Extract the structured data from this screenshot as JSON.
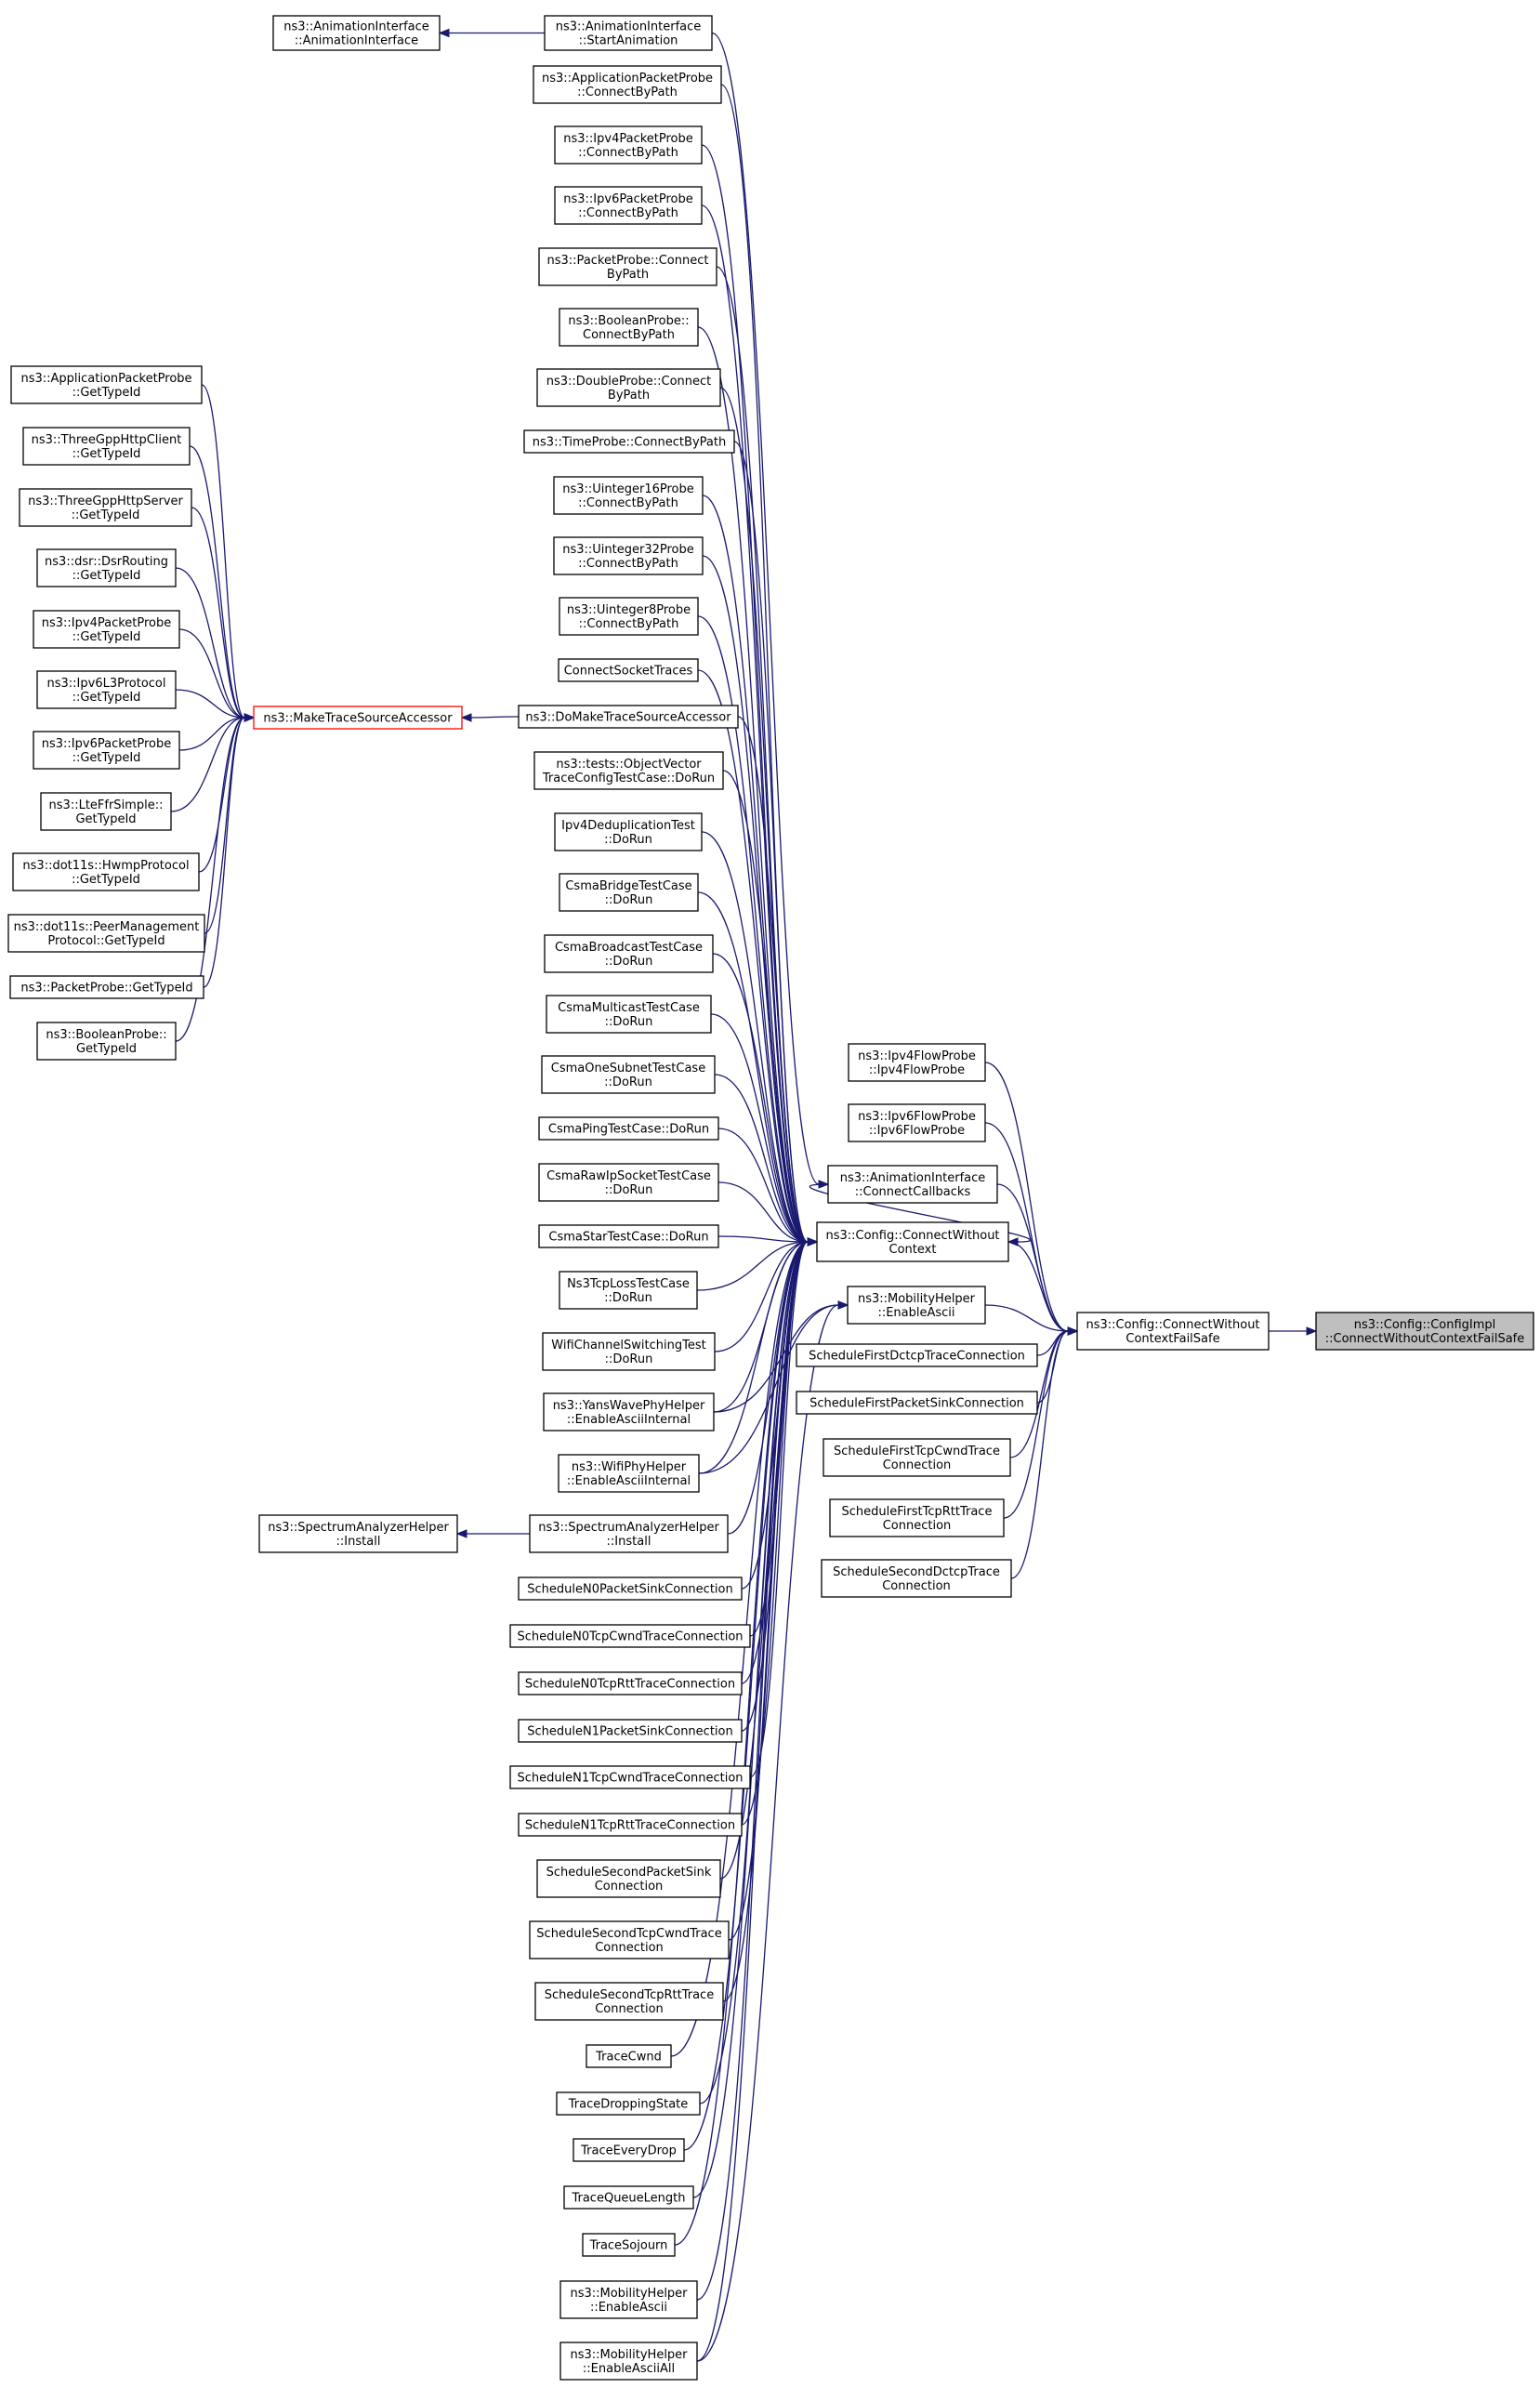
{
  "colors": {
    "edge": "#191970",
    "box_border": "#000000",
    "highlight_border": "#ff0000",
    "root_fill": "#bfbfbf"
  },
  "nodes": [
    {
      "id": "ai_ai",
      "lines": [
        "ns3::AnimationInterface",
        "::AnimationInterface"
      ]
    },
    {
      "id": "ai_start",
      "lines": [
        "ns3::AnimationInterface",
        "::StartAnimation"
      ]
    },
    {
      "id": "appprobe_cbp",
      "lines": [
        "ns3::ApplicationPacketProbe",
        "::ConnectByPath"
      ]
    },
    {
      "id": "ipv4probe_cbp",
      "lines": [
        "ns3::Ipv4PacketProbe",
        "::ConnectByPath"
      ]
    },
    {
      "id": "ipv6probe_cbp",
      "lines": [
        "ns3::Ipv6PacketProbe",
        "::ConnectByPath"
      ]
    },
    {
      "id": "pktprobe_cbp",
      "lines": [
        "ns3::PacketProbe::Connect",
        "ByPath"
      ]
    },
    {
      "id": "boolprobe_cbp",
      "lines": [
        "ns3::BooleanProbe::",
        "ConnectByPath"
      ]
    },
    {
      "id": "dblprobe_cbp",
      "lines": [
        "ns3::DoubleProbe::Connect",
        "ByPath"
      ]
    },
    {
      "id": "timeprobe_cbp",
      "lines": [
        "ns3::TimeProbe::ConnectByPath"
      ]
    },
    {
      "id": "u16probe_cbp",
      "lines": [
        "ns3::Uinteger16Probe",
        "::ConnectByPath"
      ]
    },
    {
      "id": "u32probe_cbp",
      "lines": [
        "ns3::Uinteger32Probe",
        "::ConnectByPath"
      ]
    },
    {
      "id": "u8probe_cbp",
      "lines": [
        "ns3::Uinteger8Probe",
        "::ConnectByPath"
      ]
    },
    {
      "id": "connectsock",
      "lines": [
        "ConnectSocketTraces"
      ]
    },
    {
      "id": "domake",
      "lines": [
        "ns3::DoMakeTraceSourceAccessor"
      ]
    },
    {
      "id": "objvec",
      "lines": [
        "ns3::tests::ObjectVector",
        "TraceConfigTestCase::DoRun"
      ]
    },
    {
      "id": "ipv4dedup",
      "lines": [
        "Ipv4DeduplicationTest",
        "::DoRun"
      ]
    },
    {
      "id": "csmabridge",
      "lines": [
        "CsmaBridgeTestCase",
        "::DoRun"
      ]
    },
    {
      "id": "csmabcast",
      "lines": [
        "CsmaBroadcastTestCase",
        "::DoRun"
      ]
    },
    {
      "id": "csmamcast",
      "lines": [
        "CsmaMulticastTestCase",
        "::DoRun"
      ]
    },
    {
      "id": "csmaone",
      "lines": [
        "CsmaOneSubnetTestCase",
        "::DoRun"
      ]
    },
    {
      "id": "csmaping",
      "lines": [
        "CsmaPingTestCase::DoRun"
      ]
    },
    {
      "id": "csmaraw",
      "lines": [
        "CsmaRawIpSocketTestCase",
        "::DoRun"
      ]
    },
    {
      "id": "csmastar",
      "lines": [
        "CsmaStarTestCase::DoRun"
      ]
    },
    {
      "id": "ns3tcploss",
      "lines": [
        "Ns3TcpLossTestCase",
        "::DoRun"
      ]
    },
    {
      "id": "wifichan",
      "lines": [
        "WifiChannelSwitchingTest",
        "::DoRun"
      ]
    },
    {
      "id": "yanswave",
      "lines": [
        "ns3::YansWavePhyHelper",
        "::EnableAsciiInternal"
      ]
    },
    {
      "id": "wifiphy",
      "lines": [
        "ns3::WifiPhyHelper",
        "::EnableAsciiInternal"
      ]
    },
    {
      "id": "spec_outer",
      "lines": [
        "ns3::SpectrumAnalyzerHelper",
        "::Install"
      ]
    },
    {
      "id": "spec_inner",
      "lines": [
        "ns3::SpectrumAnalyzerHelper",
        "::Install"
      ]
    },
    {
      "id": "n0pks",
      "lines": [
        "ScheduleN0PacketSinkConnection"
      ]
    },
    {
      "id": "n0cwnd",
      "lines": [
        "ScheduleN0TcpCwndTraceConnection"
      ]
    },
    {
      "id": "n0rtt",
      "lines": [
        "ScheduleN0TcpRttTraceConnection"
      ]
    },
    {
      "id": "n1pks",
      "lines": [
        "ScheduleN1PacketSinkConnection"
      ]
    },
    {
      "id": "n1cwnd",
      "lines": [
        "ScheduleN1TcpCwndTraceConnection"
      ]
    },
    {
      "id": "n1rtt",
      "lines": [
        "ScheduleN1TcpRttTraceConnection"
      ]
    },
    {
      "id": "secpks",
      "lines": [
        "ScheduleSecondPacketSink",
        "Connection"
      ]
    },
    {
      "id": "seccwnd",
      "lines": [
        "ScheduleSecondTcpCwndTrace",
        "Connection"
      ]
    },
    {
      "id": "secrtt",
      "lines": [
        "ScheduleSecondTcpRttTrace",
        "Connection"
      ]
    },
    {
      "id": "tracecwnd",
      "lines": [
        "TraceCwnd"
      ]
    },
    {
      "id": "tracedropstate",
      "lines": [
        "TraceDroppingState"
      ]
    },
    {
      "id": "traceeverydrop",
      "lines": [
        "TraceEveryDrop"
      ]
    },
    {
      "id": "traceqlen",
      "lines": [
        "TraceQueueLength"
      ]
    },
    {
      "id": "tracesojourn",
      "lines": [
        "TraceSojourn"
      ]
    },
    {
      "id": "mob_ea_l",
      "lines": [
        "ns3::MobilityHelper",
        "::EnableAscii"
      ]
    },
    {
      "id": "mob_eaall",
      "lines": [
        "ns3::MobilityHelper",
        "::EnableAsciiAll"
      ]
    },
    {
      "id": "appprobe_gti",
      "lines": [
        "ns3::ApplicationPacketProbe",
        "::GetTypeId"
      ]
    },
    {
      "id": "httpclient_gti",
      "lines": [
        "ns3::ThreeGppHttpClient",
        "::GetTypeId"
      ]
    },
    {
      "id": "httpserver_gti",
      "lines": [
        "ns3::ThreeGppHttpServer",
        "::GetTypeId"
      ]
    },
    {
      "id": "dsr_gti",
      "lines": [
        "ns3::dsr::DsrRouting",
        "::GetTypeId"
      ]
    },
    {
      "id": "ipv4probe_gti",
      "lines": [
        "ns3::Ipv4PacketProbe",
        "::GetTypeId"
      ]
    },
    {
      "id": "ipv6l3_gti",
      "lines": [
        "ns3::Ipv6L3Protocol",
        "::GetTypeId"
      ]
    },
    {
      "id": "ipv6probe_gti",
      "lines": [
        "ns3::Ipv6PacketProbe",
        "::GetTypeId"
      ]
    },
    {
      "id": "lteffr_gti",
      "lines": [
        "ns3::LteFfrSimple::",
        "GetTypeId"
      ]
    },
    {
      "id": "hwmp_gti",
      "lines": [
        "ns3::dot11s::HwmpProtocol",
        "::GetTypeId"
      ]
    },
    {
      "id": "peermgmt_gti",
      "lines": [
        "ns3::dot11s::PeerManagement",
        "Protocol::GetTypeId"
      ]
    },
    {
      "id": "pktprobe_gti",
      "lines": [
        "ns3::PacketProbe::GetTypeId"
      ]
    },
    {
      "id": "boolprobe_gti",
      "lines": [
        "ns3::BooleanProbe::",
        "GetTypeId"
      ]
    },
    {
      "id": "maketsa",
      "lines": [
        "ns3::MakeTraceSourceAccessor"
      ]
    },
    {
      "id": "ipv4flow",
      "lines": [
        "ns3::Ipv4FlowProbe",
        "::Ipv4FlowProbe"
      ]
    },
    {
      "id": "ipv6flow",
      "lines": [
        "ns3::Ipv6FlowProbe",
        "::Ipv6FlowProbe"
      ]
    },
    {
      "id": "ai_cc",
      "lines": [
        "ns3::AnimationInterface",
        "::ConnectCallbacks"
      ]
    },
    {
      "id": "cfg_cwc",
      "lines": [
        "ns3::Config::ConnectWithout",
        "Context"
      ]
    },
    {
      "id": "mob_ea_r",
      "lines": [
        "ns3::MobilityHelper",
        "::EnableAscii"
      ]
    },
    {
      "id": "sfdctcp",
      "lines": [
        "ScheduleFirstDctcpTraceConnection"
      ]
    },
    {
      "id": "sfpks",
      "lines": [
        "ScheduleFirstPacketSinkConnection"
      ]
    },
    {
      "id": "sfcwnd",
      "lines": [
        "ScheduleFirstTcpCwndTrace",
        "Connection"
      ]
    },
    {
      "id": "sfrtt",
      "lines": [
        "ScheduleFirstTcpRttTrace",
        "Connection"
      ]
    },
    {
      "id": "ssdctcp",
      "lines": [
        "ScheduleSecondDctcpTrace",
        "Connection"
      ]
    },
    {
      "id": "cfg_cwcfs",
      "lines": [
        "ns3::Config::ConnectWithout",
        "ContextFailSafe"
      ]
    },
    {
      "id": "cfgimpl",
      "lines": [
        "ns3::Config::ConfigImpl",
        "::ConnectWithoutContextFailSafe"
      ]
    }
  ],
  "edges": [
    [
      "ai_start",
      "ai_ai"
    ],
    [
      "domake",
      "maketsa"
    ],
    [
      "spec_inner",
      "spec_outer"
    ],
    [
      "appprobe_gti",
      "maketsa"
    ],
    [
      "httpclient_gti",
      "maketsa"
    ],
    [
      "httpserver_gti",
      "maketsa"
    ],
    [
      "dsr_gti",
      "maketsa"
    ],
    [
      "ipv4probe_gti",
      "maketsa"
    ],
    [
      "ipv6l3_gti",
      "maketsa"
    ],
    [
      "ipv6probe_gti",
      "maketsa"
    ],
    [
      "lteffr_gti",
      "maketsa"
    ],
    [
      "hwmp_gti",
      "maketsa"
    ],
    [
      "peermgmt_gti",
      "maketsa"
    ],
    [
      "pktprobe_gti",
      "maketsa"
    ],
    [
      "boolprobe_gti",
      "maketsa"
    ],
    [
      "ai_start",
      "ai_cc"
    ],
    [
      "appprobe_cbp",
      "cfg_cwc"
    ],
    [
      "ipv4probe_cbp",
      "cfg_cwc"
    ],
    [
      "ipv6probe_cbp",
      "cfg_cwc"
    ],
    [
      "pktprobe_cbp",
      "cfg_cwc"
    ],
    [
      "boolprobe_cbp",
      "cfg_cwc"
    ],
    [
      "dblprobe_cbp",
      "cfg_cwc"
    ],
    [
      "timeprobe_cbp",
      "cfg_cwc"
    ],
    [
      "u16probe_cbp",
      "cfg_cwc"
    ],
    [
      "u32probe_cbp",
      "cfg_cwc"
    ],
    [
      "u8probe_cbp",
      "cfg_cwc"
    ],
    [
      "connectsock",
      "cfg_cwc"
    ],
    [
      "domake",
      "cfg_cwc"
    ],
    [
      "objvec",
      "cfg_cwc"
    ],
    [
      "ipv4dedup",
      "cfg_cwc"
    ],
    [
      "csmabridge",
      "cfg_cwc"
    ],
    [
      "csmabcast",
      "cfg_cwc"
    ],
    [
      "csmamcast",
      "cfg_cwc"
    ],
    [
      "csmaone",
      "cfg_cwc"
    ],
    [
      "csmaping",
      "cfg_cwc"
    ],
    [
      "csmaraw",
      "cfg_cwc"
    ],
    [
      "csmastar",
      "cfg_cwc"
    ],
    [
      "ns3tcploss",
      "cfg_cwc"
    ],
    [
      "wifichan",
      "cfg_cwc"
    ],
    [
      "yanswave",
      "cfg_cwc"
    ],
    [
      "wifiphy",
      "cfg_cwc"
    ],
    [
      "spec_inner",
      "cfg_cwc"
    ],
    [
      "n0pks",
      "cfg_cwc"
    ],
    [
      "n0cwnd",
      "cfg_cwc"
    ],
    [
      "n0rtt",
      "cfg_cwc"
    ],
    [
      "n1pks",
      "cfg_cwc"
    ],
    [
      "n1cwnd",
      "cfg_cwc"
    ],
    [
      "n1rtt",
      "cfg_cwc"
    ],
    [
      "secpks",
      "cfg_cwc"
    ],
    [
      "seccwnd",
      "cfg_cwc"
    ],
    [
      "secrtt",
      "cfg_cwc"
    ],
    [
      "tracecwnd",
      "cfg_cwc"
    ],
    [
      "tracedropstate",
      "cfg_cwc"
    ],
    [
      "traceeverydrop",
      "cfg_cwc"
    ],
    [
      "traceqlen",
      "cfg_cwc"
    ],
    [
      "tracesojourn",
      "cfg_cwc"
    ],
    [
      "mob_ea_l",
      "cfg_cwc"
    ],
    [
      "mob_eaall",
      "cfg_cwc"
    ],
    [
      "ai_cc",
      "cfg_cwc"
    ],
    [
      "wifiphy",
      "mob_ea_r"
    ],
    [
      "yanswave",
      "mob_ea_r"
    ],
    [
      "mob_eaall",
      "mob_ea_r"
    ],
    [
      "ipv4flow",
      "cfg_cwcfs"
    ],
    [
      "ipv6flow",
      "cfg_cwcfs"
    ],
    [
      "ai_cc",
      "cfg_cwcfs"
    ],
    [
      "cfg_cwc",
      "cfg_cwcfs"
    ],
    [
      "mob_ea_r",
      "cfg_cwcfs"
    ],
    [
      "sfdctcp",
      "cfg_cwcfs"
    ],
    [
      "sfpks",
      "cfg_cwcfs"
    ],
    [
      "sfcwnd",
      "cfg_cwcfs"
    ],
    [
      "sfrtt",
      "cfg_cwcfs"
    ],
    [
      "ssdctcp",
      "cfg_cwcfs"
    ],
    [
      "cfg_cwcfs",
      "cfgimpl"
    ]
  ]
}
